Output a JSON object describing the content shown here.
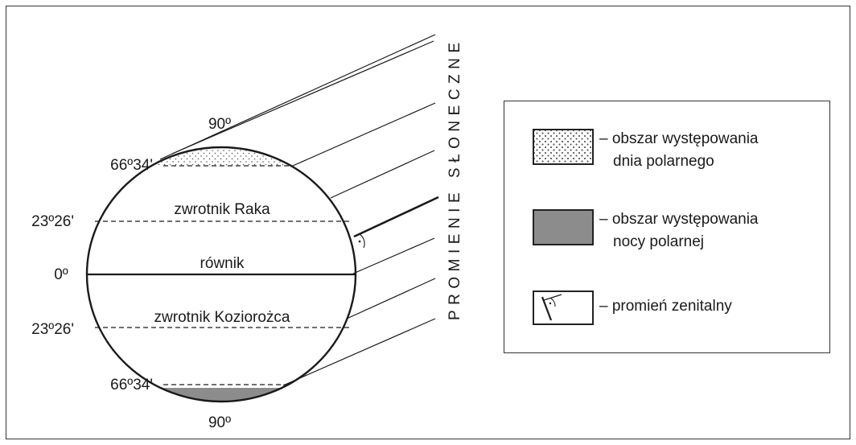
{
  "diagram": {
    "rays_label": "PROMIENIE SŁONECZNE",
    "latitudes": {
      "north_pole": "90º",
      "arctic_circle_north": "66º34'",
      "tropic_north": "23º26'",
      "equator": "0º",
      "tropic_south": "23º26'",
      "arctic_circle_south": "66º34'",
      "south_pole": "90º"
    },
    "lines": {
      "tropic_cancer": "zwrotnik Raka",
      "equator": "równik",
      "tropic_capricorn": "zwrotnik Koziorożca"
    },
    "colors": {
      "polar_night": "#8c8c8c",
      "polar_day_dots": "#555555",
      "stroke": "#1a1a1a"
    }
  },
  "legend": {
    "polar_day": {
      "line1": "– obszar występowania",
      "line2": "dnia polarnego"
    },
    "polar_night": {
      "line1": "– obszar występowania",
      "line2": "nocy polarnej"
    },
    "zenith_ray": {
      "line1": "– promień zenitalny"
    }
  }
}
